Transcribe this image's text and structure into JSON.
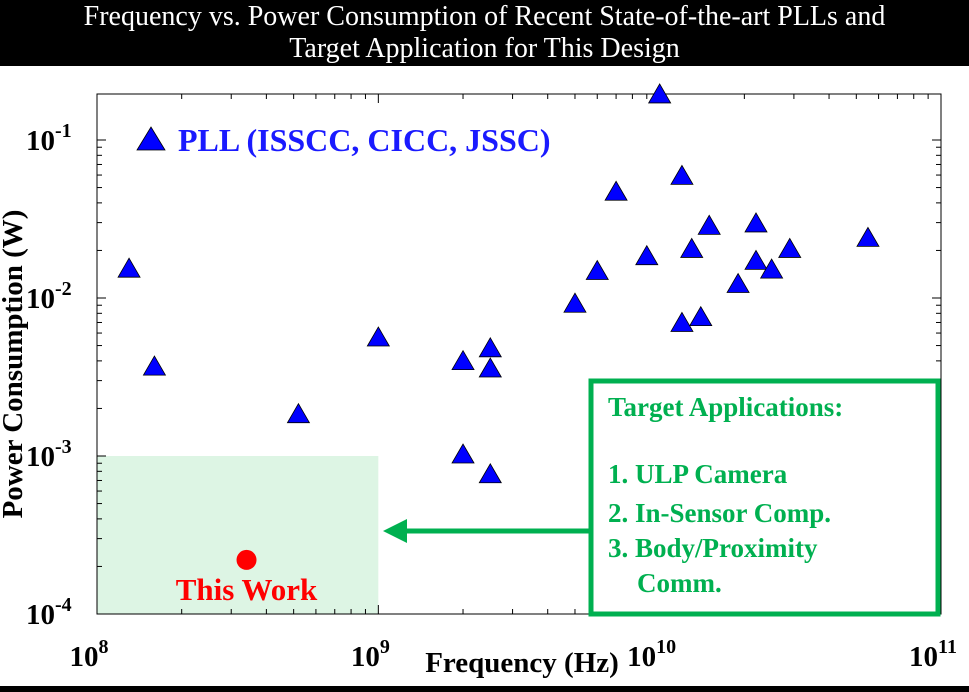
{
  "title": {
    "line1": "Frequency vs. Power Consumption of Recent State-of-the-art PLLs and",
    "line2": "Target Application for This Design"
  },
  "chart_data": {
    "type": "scatter",
    "title": "Frequency vs. Power Consumption of Recent State-of-the-art PLLs and Target Application for This Design",
    "xlabel": "Frequency (Hz)",
    "ylabel": "Power Consumption (W)",
    "x_scale": "log",
    "y_scale": "log",
    "xlim": [
      100000000,
      100000000000
    ],
    "ylim": [
      0.0001,
      0.2
    ],
    "x_ticks": [
      {
        "value": 100000000,
        "base": "10",
        "exp": "8"
      },
      {
        "value": 1000000000,
        "base": "10",
        "exp": "9"
      },
      {
        "value": 10000000000,
        "base": "10",
        "exp": "10"
      },
      {
        "value": 100000000000,
        "base": "10",
        "exp": "11"
      }
    ],
    "y_ticks": [
      {
        "value": 0.1,
        "base": "10",
        "exp": "-1"
      },
      {
        "value": 0.01,
        "base": "10",
        "exp": "-2"
      },
      {
        "value": 0.001,
        "base": "10",
        "exp": "-3"
      },
      {
        "value": 0.0001,
        "base": "10",
        "exp": "-4"
      }
    ],
    "grid": false,
    "legend": {
      "placement": "top-left",
      "label": "PLL (ISSCC, CICC, JSSC)"
    },
    "series": [
      {
        "name": "PLL (ISSCC, CICC, JSSC)",
        "marker": "triangle",
        "color": "#0000ff",
        "points": [
          {
            "x": 130000000,
            "y": 0.015
          },
          {
            "x": 160000000,
            "y": 0.0036
          },
          {
            "x": 520000000,
            "y": 0.0018
          },
          {
            "x": 1000000000,
            "y": 0.0055
          },
          {
            "x": 2000000000,
            "y": 0.0039
          },
          {
            "x": 2500000000,
            "y": 0.0047
          },
          {
            "x": 2500000000,
            "y": 0.0035
          },
          {
            "x": 2000000000,
            "y": 0.001
          },
          {
            "x": 2500000000,
            "y": 0.00075
          },
          {
            "x": 5000000000,
            "y": 0.009
          },
          {
            "x": 6000000000,
            "y": 0.0145
          },
          {
            "x": 7000000000,
            "y": 0.046
          },
          {
            "x": 9000000000,
            "y": 0.018
          },
          {
            "x": 10000000000,
            "y": 0.19
          },
          {
            "x": 12000000000,
            "y": 0.058
          },
          {
            "x": 13000000000,
            "y": 0.02
          },
          {
            "x": 12000000000,
            "y": 0.0068
          },
          {
            "x": 14000000000,
            "y": 0.0074
          },
          {
            "x": 15000000000,
            "y": 0.028
          },
          {
            "x": 19000000000,
            "y": 0.012
          },
          {
            "x": 22000000000,
            "y": 0.029
          },
          {
            "x": 22000000000,
            "y": 0.0168
          },
          {
            "x": 25000000000,
            "y": 0.0148
          },
          {
            "x": 29000000000,
            "y": 0.02
          },
          {
            "x": 55000000000,
            "y": 0.0235
          }
        ]
      },
      {
        "name": "This Work",
        "marker": "circle",
        "color": "#ff0000",
        "points": [
          {
            "x": 340000000,
            "y": 0.00022
          }
        ]
      }
    ],
    "annotations": {
      "this_work_label": "This Work",
      "target_region": {
        "x": [
          100000000,
          1000000000
        ],
        "y": [
          0.0001,
          0.001
        ],
        "color": "#ddf5e4"
      },
      "target_box": {
        "heading": "Target Applications:",
        "items": [
          "1. ULP Camera",
          "2. In-Sensor Comp.",
          "3. Body/Proximity",
          "Comm."
        ],
        "color": "#00b050"
      }
    }
  }
}
